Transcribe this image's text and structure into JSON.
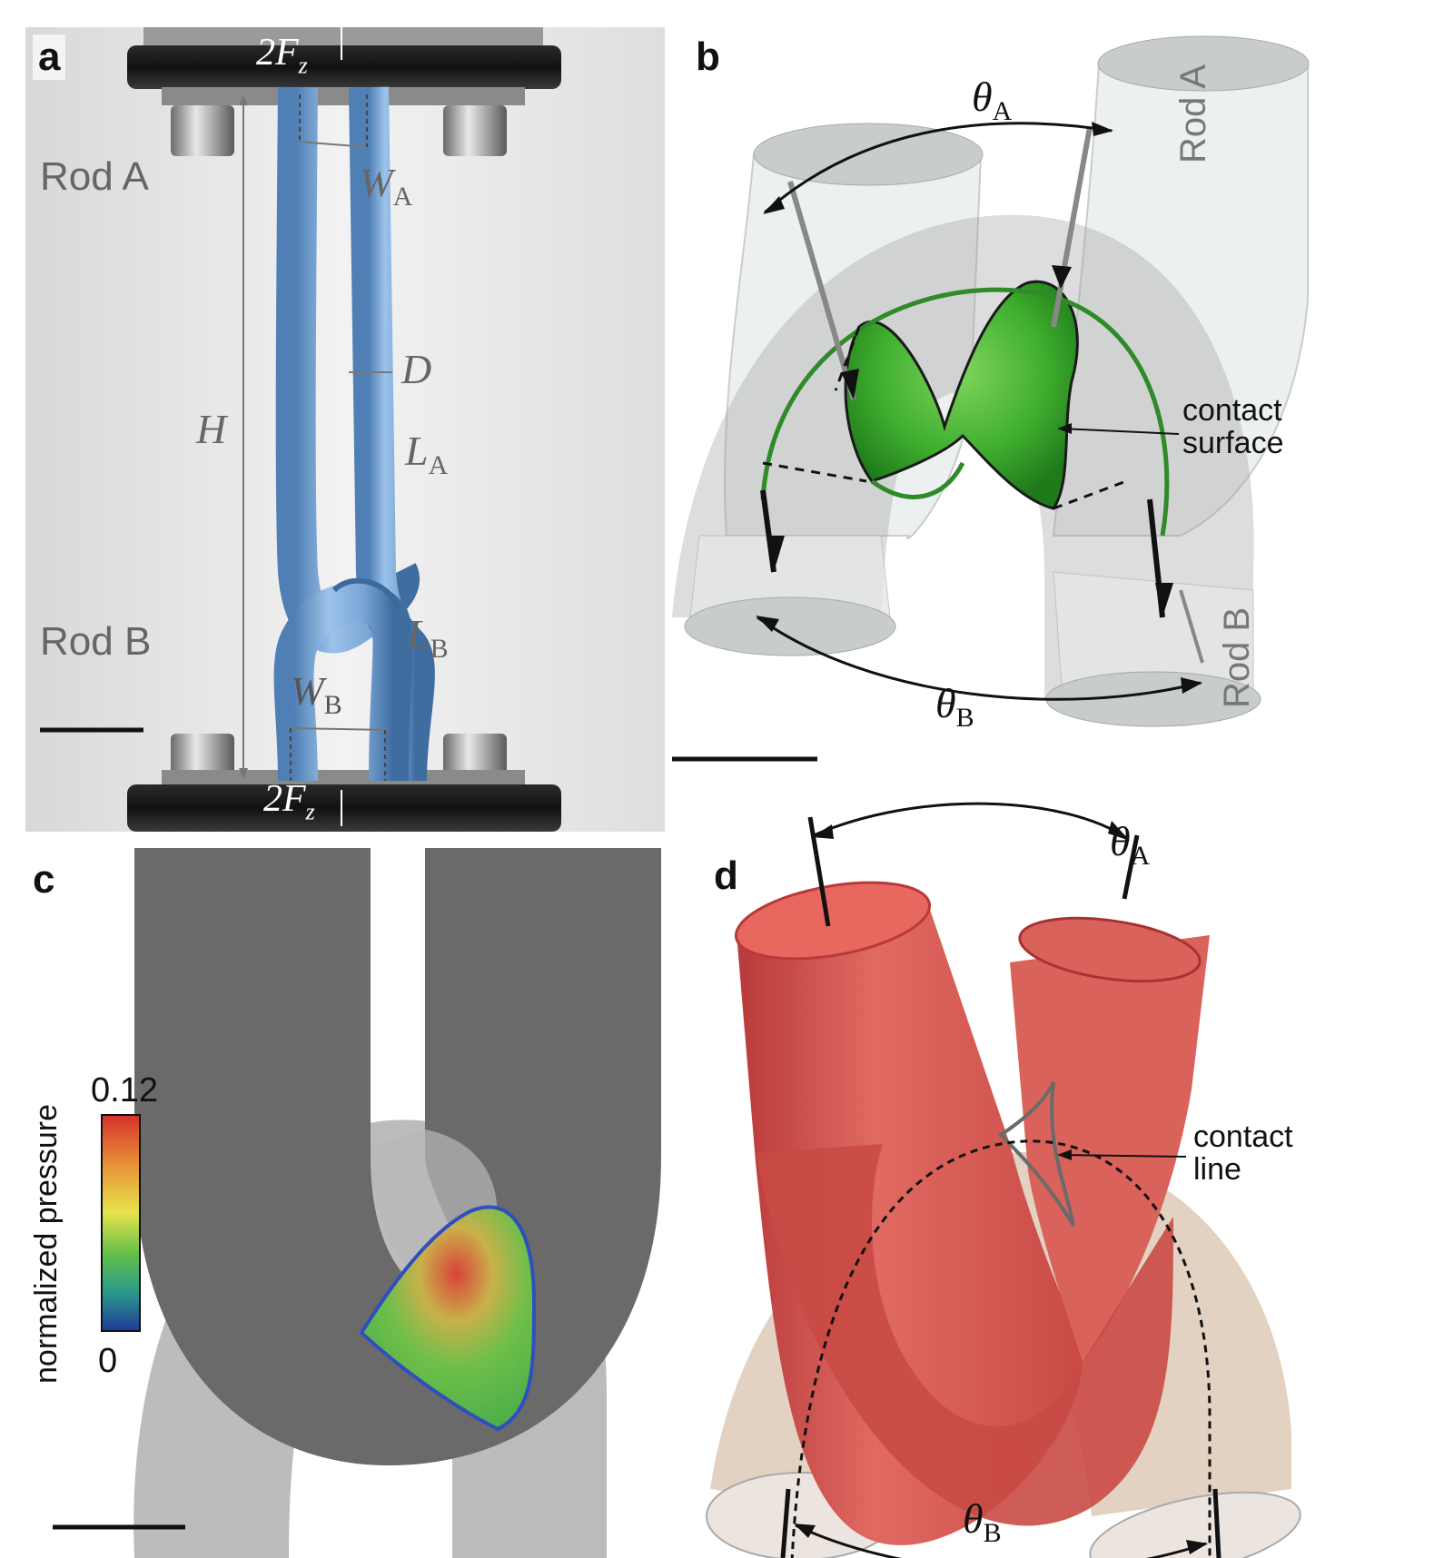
{
  "panels": {
    "a": {
      "label": "a",
      "rod_a": "Rod A",
      "rod_b": "Rod B",
      "force_top": "2F",
      "force_top_sub": "z",
      "force_bottom": "2F",
      "force_bottom_sub": "z",
      "w_a": "W",
      "w_a_sub": "A",
      "w_b": "W",
      "w_b_sub": "B",
      "d": "D",
      "h": "H",
      "l_a": "L",
      "l_a_sub": "A",
      "l_b": "L",
      "l_b_sub": "B"
    },
    "b": {
      "label": "b",
      "theta_a": "θ",
      "theta_a_sub": "A",
      "theta_b": "θ",
      "theta_b_sub": "B",
      "rod_a": "Rod A",
      "rod_b": "Rod B",
      "contact_1": "contact",
      "contact_2": "surface"
    },
    "c": {
      "label": "c",
      "colorbar_title": "normalized pressure",
      "colorbar_max": "0.12",
      "colorbar_min": "0"
    },
    "d": {
      "label": "d",
      "theta_a": "θ",
      "theta_a_sub": "A",
      "theta_b": "θ",
      "theta_b_sub": "B",
      "contact_1": "contact",
      "contact_2": "line"
    }
  }
}
